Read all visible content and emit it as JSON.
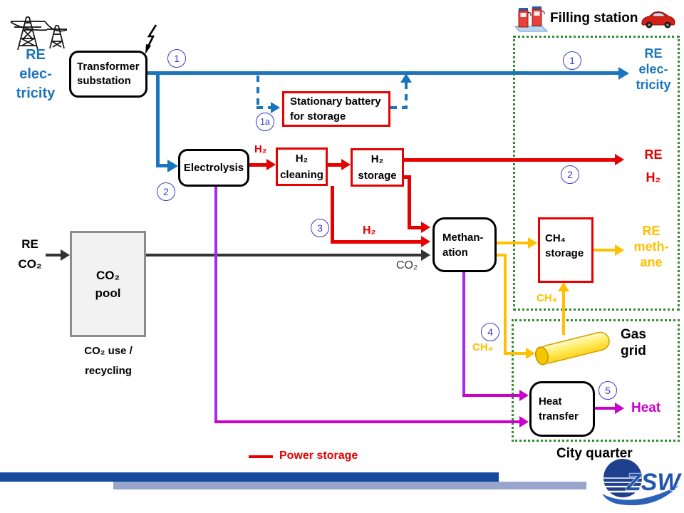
{
  "colors": {
    "electricity": "#1B75BC",
    "hydrogen": "#E60000",
    "methane": "#FFC000",
    "heat_horizontal": "#CC00CC",
    "heat_vertical": "#A826F2",
    "co2_line": "#333333",
    "zone_border": "#2E8B2E",
    "step_badge": "#3A3ACA",
    "bar_dark": "#164A9E",
    "bar_light": "#9AA5CB",
    "pool_border": "#8C8C8C",
    "pool_fill": "#F2F2F2"
  },
  "source_electricity": {
    "re": "RE",
    "line1": "elec-",
    "line2": "tricity"
  },
  "source_co2": {
    "re": "RE",
    "co2": "CO₂"
  },
  "boxes": {
    "transformer": {
      "line1": "Transformer",
      "line2": "substation"
    },
    "battery": {
      "line1": "Stationary battery",
      "line2": "for storage"
    },
    "electrolysis": {
      "line1": "Electrolysis"
    },
    "h2_cleaning": {
      "line1": "H₂",
      "line2": "cleaning"
    },
    "h2_storage": {
      "line1": "H₂",
      "line2": "storage"
    },
    "methanation": {
      "line1": "Methan-",
      "line2": "ation"
    },
    "ch4_storage": {
      "line1": "CH₄",
      "line2": "storage"
    },
    "co2_pool": {
      "line1": "CO₂",
      "line2": "pool",
      "caption1": "CO₂ use /",
      "caption2": "recycling"
    },
    "heat_transfer": {
      "line1": "Heat",
      "line2": "transfer"
    }
  },
  "flow_labels": {
    "h2_out": "H₂",
    "h2_mid": "H₂",
    "co2_mid": "CO₂",
    "ch4_down": "CH₄",
    "ch4_up": "CH₄"
  },
  "steps": {
    "s1": "1",
    "s1a": "1a",
    "s2": "2",
    "s3": "3",
    "s4": "4",
    "s5": "5"
  },
  "outputs": {
    "electricity": {
      "line1": "RE",
      "line2": "elec-",
      "line3": "tricity"
    },
    "hydrogen": {
      "line1": "RE",
      "line2": "H₂"
    },
    "methane": {
      "line1": "RE",
      "line2": "meth-",
      "line3": "ane"
    },
    "heat": {
      "label": "Heat"
    }
  },
  "zones": {
    "filling_station": {
      "label": "Filling station"
    },
    "gas_grid": {
      "line1": "Gas",
      "line2": "grid"
    },
    "city_quarter": {
      "label": "City quarter"
    }
  },
  "legend": {
    "power_storage": "Power storage"
  },
  "logo": {
    "text": "ZSW"
  }
}
